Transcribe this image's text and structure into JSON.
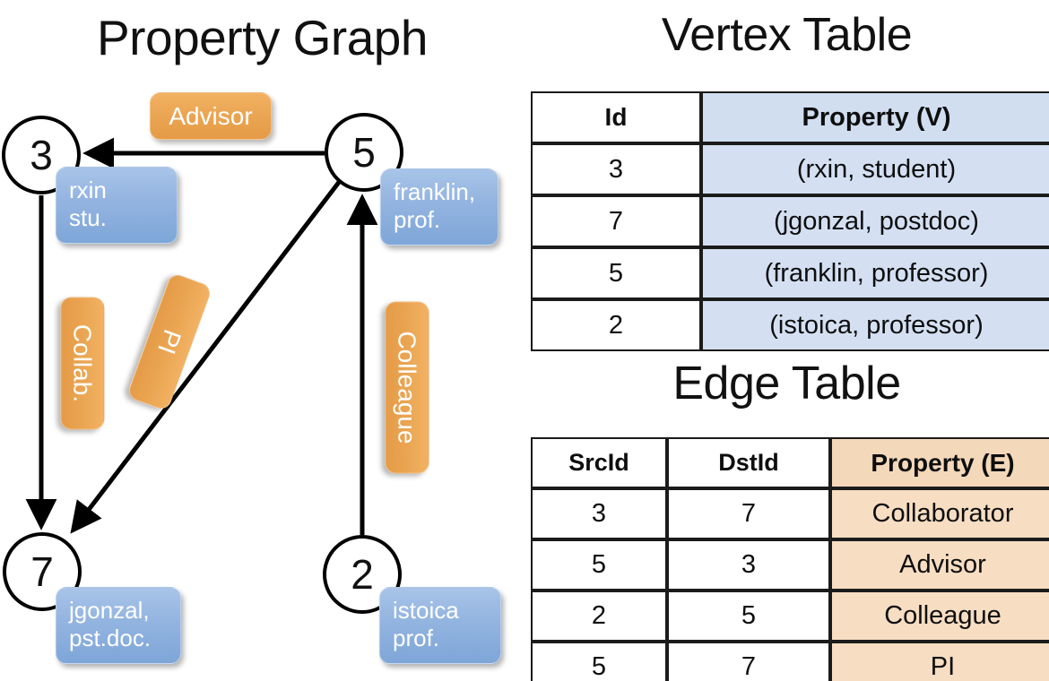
{
  "titles": {
    "property_graph": "Property Graph",
    "vertex_table": "Vertex Table",
    "edge_table": "Edge Table"
  },
  "colors": {
    "vertex_property_fill": "#d4e0f2",
    "edge_property_fill": "#f7ddc2",
    "vertex_callout": "#93b4e0",
    "edge_callout": "#eaa552",
    "node_stroke": "#000000",
    "background": "#ffffff"
  },
  "graph": {
    "nodes": [
      {
        "id": "3",
        "label": "3",
        "property_lines": [
          "rxin",
          "stu."
        ]
      },
      {
        "id": "5",
        "label": "5",
        "property_lines": [
          "franklin,",
          "prof."
        ]
      },
      {
        "id": "7",
        "label": "7",
        "property_lines": [
          "jgonzal,",
          "pst.doc."
        ]
      },
      {
        "id": "2",
        "label": "2",
        "property_lines": [
          "istoica",
          "prof."
        ]
      }
    ],
    "edge_labels": [
      {
        "name": "advisor",
        "text": "Advisor"
      },
      {
        "name": "collab",
        "text": "Collab."
      },
      {
        "name": "pi",
        "text": "PI"
      },
      {
        "name": "colleague",
        "text": "Colleague"
      }
    ],
    "edges": [
      {
        "from": "5",
        "to": "3",
        "label": "Advisor"
      },
      {
        "from": "3",
        "to": "7",
        "label": "Collab."
      },
      {
        "from": "5",
        "to": "7",
        "label": "PI"
      },
      {
        "from": "2",
        "to": "5",
        "label": "Colleague"
      }
    ]
  },
  "vertex_table": {
    "headers": [
      "Id",
      "Property (V)"
    ],
    "rows": [
      {
        "id": "3",
        "property": "(rxin, student)"
      },
      {
        "id": "7",
        "property": "(jgonzal, postdoc)"
      },
      {
        "id": "5",
        "property": "(franklin, professor)"
      },
      {
        "id": "2",
        "property": "(istoica, professor)"
      }
    ]
  },
  "edge_table": {
    "headers": [
      "SrcId",
      "DstId",
      "Property (E)"
    ],
    "rows": [
      {
        "src": "3",
        "dst": "7",
        "property": "Collaborator"
      },
      {
        "src": "5",
        "dst": "3",
        "property": "Advisor"
      },
      {
        "src": "2",
        "dst": "5",
        "property": "Colleague"
      },
      {
        "src": "5",
        "dst": "7",
        "property": "PI"
      }
    ]
  }
}
